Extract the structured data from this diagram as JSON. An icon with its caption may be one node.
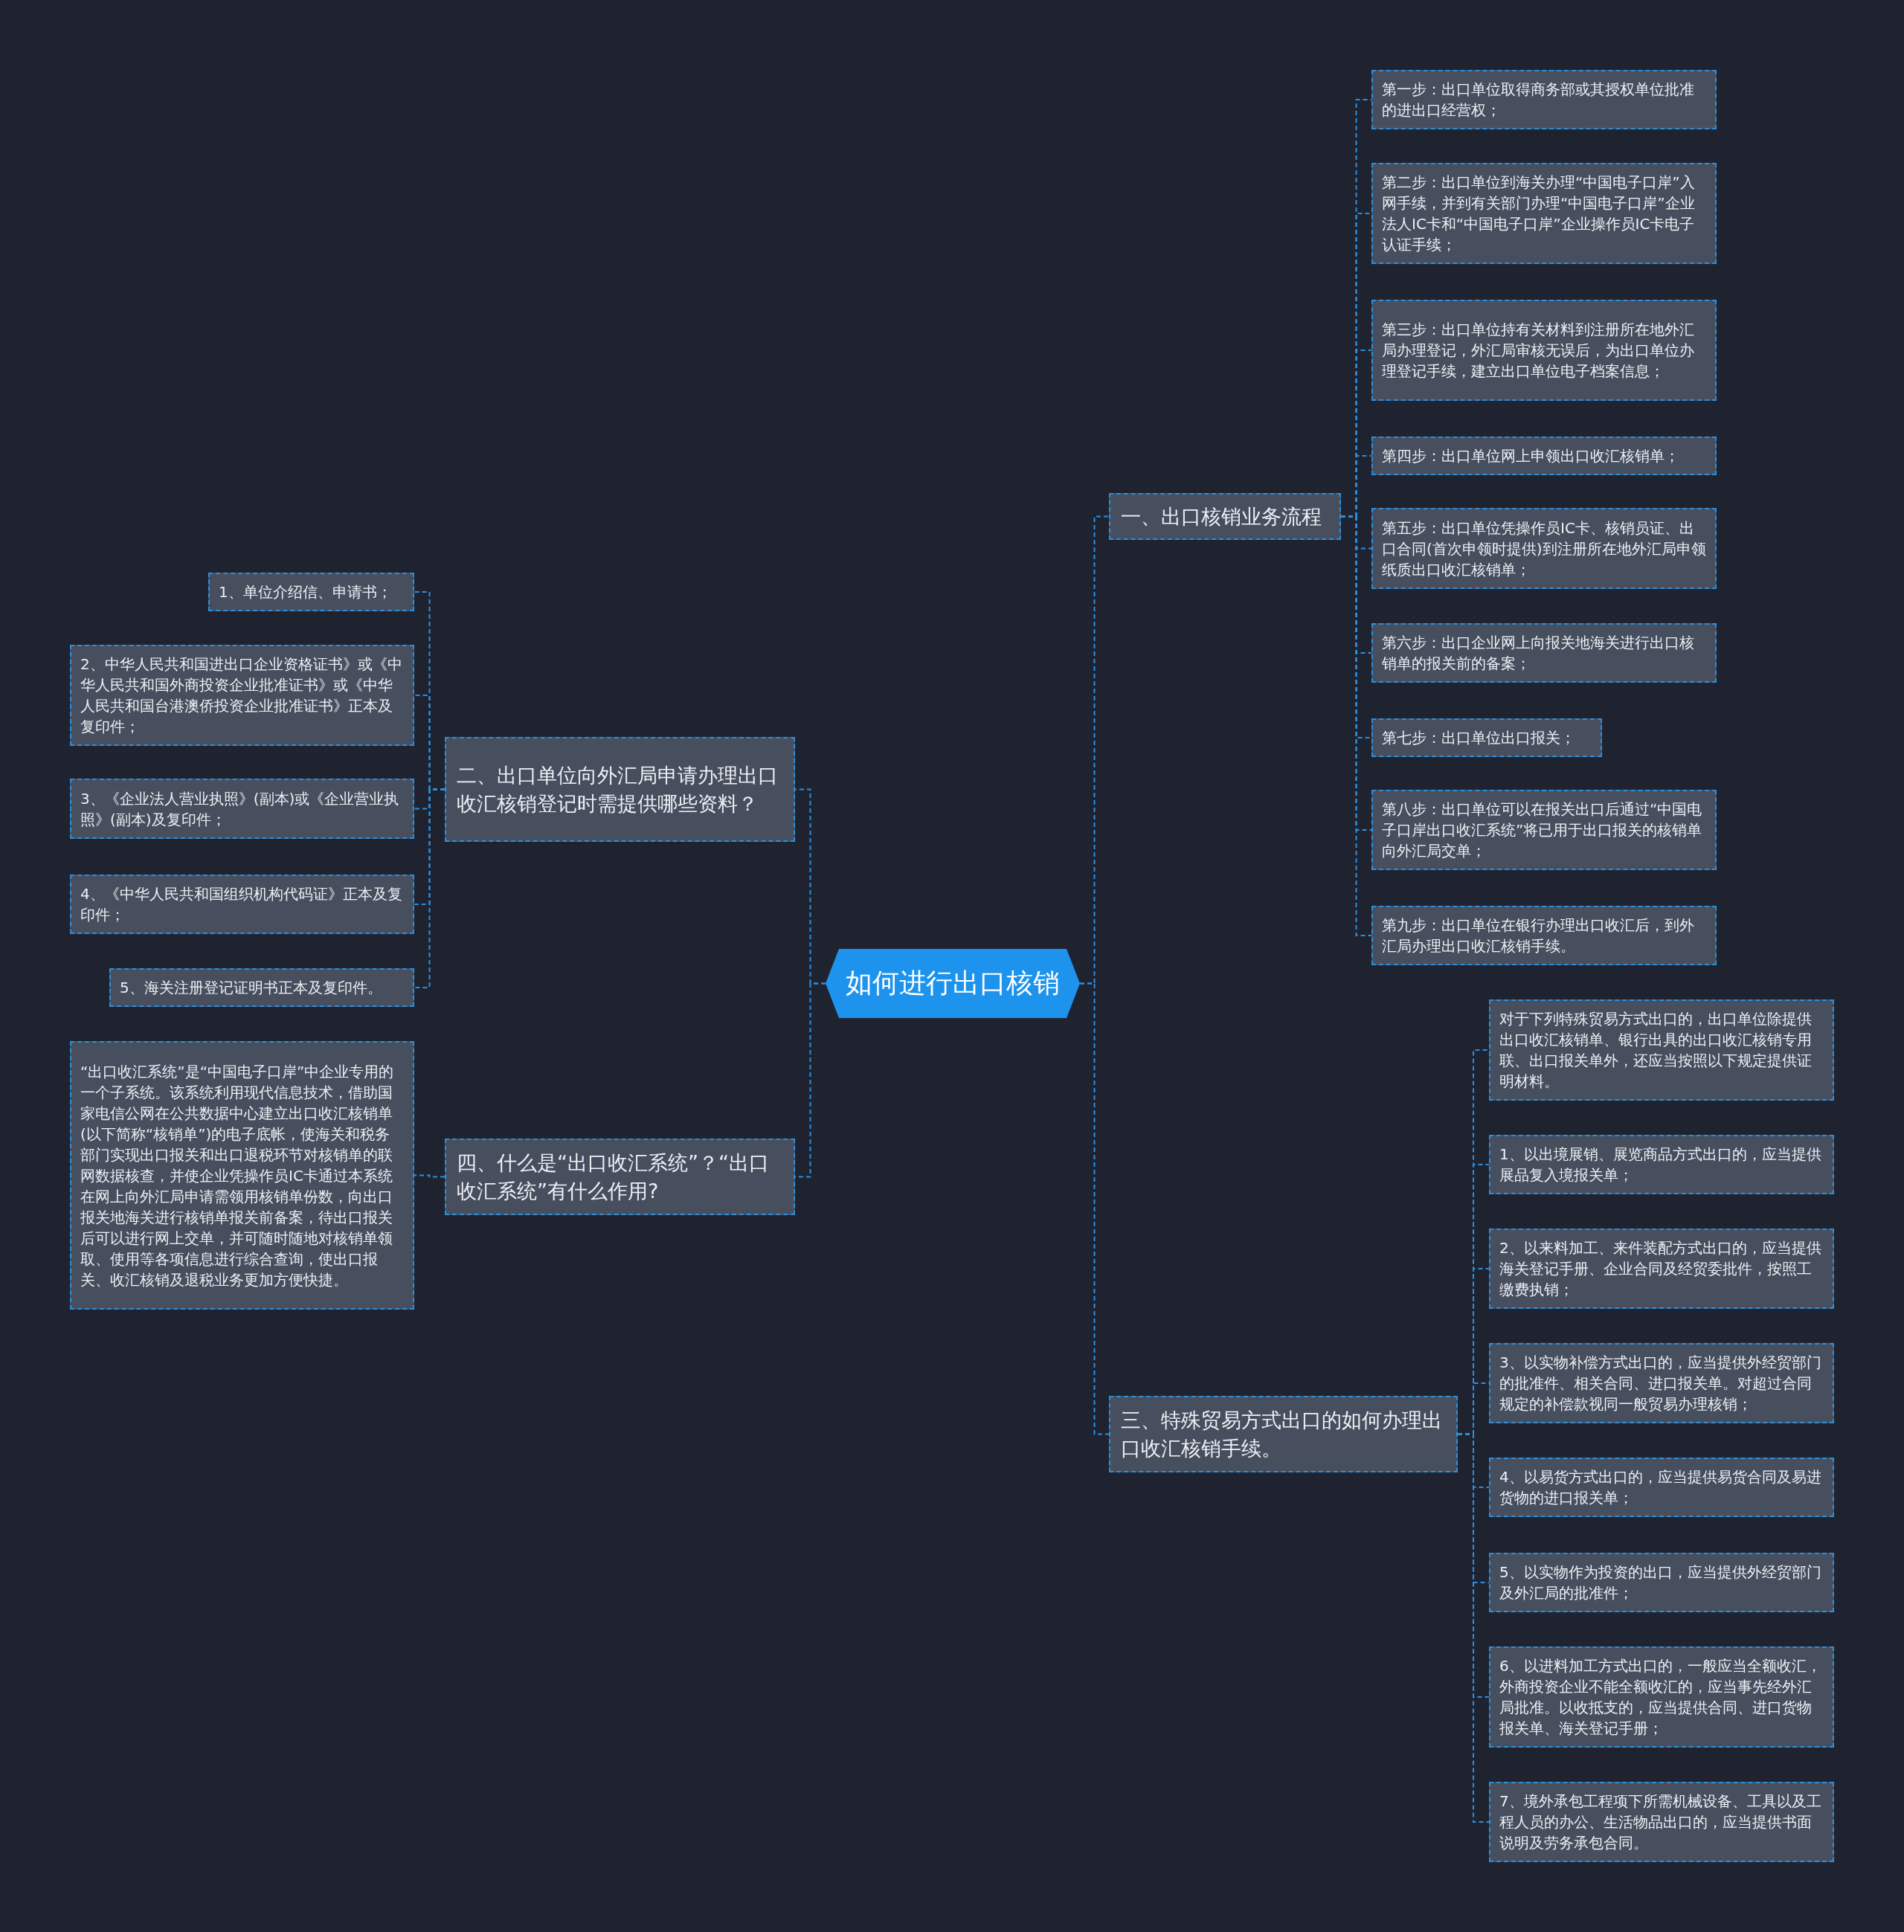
{
  "diagram": {
    "nodes": [
      {
        "text": [
          "如何进行出口核销"
        ]
      },
      {
        "text": [
          "一、出口核销业务流程"
        ]
      },
      {
        "text": [
          "第一步：出口单位取得商务部或其授权单位批准的进出口经营权；"
        ]
      },
      {
        "text": [
          "第二步：出口单位到海关办理“中国电子口岸”入网手续，并到有关部门办理“中国电子口岸”企业法人IC卡和“中国电子口岸”企业操作员IC卡电子认证手续；"
        ]
      },
      {
        "text": [
          "第三步：出口单位持有关材料到注册所在地外汇局办理登记，外汇局审核无误后，为出口单位办理登记手续，建立出口单位电子档案信息；"
        ]
      },
      {
        "text": [
          "第四步：出口单位网上申领出口收汇核销单；"
        ]
      },
      {
        "text": [
          "第五步：出口单位凭操作员IC卡、核销员证、出口合同(首次申领时提供)到注册所在地外汇局申领纸质出口收汇核销单；"
        ]
      },
      {
        "text": [
          "第六步：出口企业网上向报关地海关进行出口核销单的报关前的备案；"
        ]
      },
      {
        "text": [
          "第七步：出口单位出口报关；"
        ]
      },
      {
        "text": [
          "第八步：出口单位可以在报关出口后通过“中国电子口岸出口收汇系统”将已用于出口报关的核销单向外汇局交单；"
        ]
      },
      {
        "text": [
          "第九步：出口单位在银行办理出口收汇后，到外汇局办理出口收汇核销手续。"
        ]
      },
      {
        "text": [
          "二、出口单位向外汇局申请办理出口收汇核销登记时需提供哪些资料？"
        ]
      },
      {
        "text": [
          "1、单位介绍信、申请书；"
        ]
      },
      {
        "text": [
          "2、中华人民共和国进出口企业资格证书》或《中华人民共和国外商投资企业批准证书》或《中华人民共和国台港澳侨投资企业批准证书》正本及复印件；"
        ]
      },
      {
        "text": [
          "3、《企业法人营业执照》(副本)或《企业营业执照》(副本)及复印件；"
        ]
      },
      {
        "text": [
          "4、《中华人民共和国组织机构代码证》正本及复印件；"
        ]
      },
      {
        "text": [
          "5、海关注册登记证明书正本及复印件。"
        ]
      },
      {
        "text": [
          "三、特殊贸易方式出口的如何办理出口收汇核销手续。"
        ]
      },
      {
        "text": [
          "对于下列特殊贸易方式出口的，出口单位除提供出口收汇核销单、银行出具的出口收汇核销专用联、出口报关单外，还应当按照以下规定提供证明材料。"
        ]
      },
      {
        "text": [
          "1、以出境展销、展览商品方式出口的，应当提供展品复入境报关单；"
        ]
      },
      {
        "text": [
          "2、以来料加工、来件装配方式出口的，应当提供海关登记手册、企业合同及经贸委批件，按照工缴费执销；"
        ]
      },
      {
        "text": [
          "3、以实物补偿方式出口的，应当提供外经贸部门的批准件、相关合同、进口报关单。对超过合同规定的补偿款视同一般贸易办理核销；"
        ]
      },
      {
        "text": [
          "4、以易货方式出口的，应当提供易货合同及易进货物的进口报关单；"
        ]
      },
      {
        "text": [
          "5、以实物作为投资的出口，应当提供外经贸部门及外汇局的批准件；"
        ]
      },
      {
        "text": [
          "6、以进料加工方式出口的，一般应当全额收汇，外商投资企业不能全额收汇的，应当事先经外汇局批准。以收抵支的，应当提供合同、进口货物报关单、海关登记手册；"
        ]
      },
      {
        "text": [
          "7、境外承包工程项下所需机械设备、工具以及工程人员的办公、生活物品出口的，应当提供书面说明及劳务承包合同。"
        ]
      },
      {
        "text": [
          "四、什么是“出口收汇系统”？“出口收汇系统”有什么作用?"
        ]
      },
      {
        "text": [
          "“出口收汇系统”是“中国电子口岸”中企业专用的一个子系统。该系统利用现代信息技术，借助国家电信公网在公共数据中心建立出口收汇核销单(以下简称“核销单”)的电子底帐，使海关和税务部门实现出口报关和出口退税环节对核销单的联网数据核查，并使企业凭操作员IC卡通过本系统在网上向外汇局申请需领用核销单份数，向出口报关地海关进行核销单报关前备案，待出口报关后可以进行网上交单，并可随时随地对核销单领取、使用等各项信息进行综合查询，使出口报关、收汇核销及退税业务更加方便快捷。"
        ]
      }
    ],
    "edges": [
      {
        "from": 0,
        "to": 1,
        "arrow": "none",
        "style": "dashed"
      },
      {
        "from": 1,
        "to": 2,
        "arrow": "none",
        "style": "dashed"
      },
      {
        "from": 1,
        "to": 3,
        "arrow": "none",
        "style": "dashed"
      },
      {
        "from": 1,
        "to": 4,
        "arrow": "none",
        "style": "dashed"
      },
      {
        "from": 1,
        "to": 5,
        "arrow": "none",
        "style": "dashed"
      },
      {
        "from": 1,
        "to": 6,
        "arrow": "none",
        "style": "dashed"
      },
      {
        "from": 1,
        "to": 7,
        "arrow": "none",
        "style": "dashed"
      },
      {
        "from": 1,
        "to": 8,
        "arrow": "none",
        "style": "dashed"
      },
      {
        "from": 1,
        "to": 9,
        "arrow": "none",
        "style": "dashed"
      },
      {
        "from": 1,
        "to": 10,
        "arrow": "none",
        "style": "dashed"
      },
      {
        "from": 0,
        "to": 11,
        "arrow": "none",
        "style": "dashed"
      },
      {
        "from": 11,
        "to": 12,
        "arrow": "none",
        "style": "dashed"
      },
      {
        "from": 11,
        "to": 13,
        "arrow": "none",
        "style": "dashed"
      },
      {
        "from": 11,
        "to": 14,
        "arrow": "none",
        "style": "dashed"
      },
      {
        "from": 11,
        "to": 15,
        "arrow": "none",
        "style": "dashed"
      },
      {
        "from": 11,
        "to": 16,
        "arrow": "none",
        "style": "dashed"
      },
      {
        "from": 0,
        "to": 17,
        "arrow": "none",
        "style": "dashed"
      },
      {
        "from": 17,
        "to": 18,
        "arrow": "none",
        "style": "dashed"
      },
      {
        "from": 17,
        "to": 19,
        "arrow": "none",
        "style": "dashed"
      },
      {
        "from": 17,
        "to": 20,
        "arrow": "none",
        "style": "dashed"
      },
      {
        "from": 17,
        "to": 21,
        "arrow": "none",
        "style": "dashed"
      },
      {
        "from": 17,
        "to": 22,
        "arrow": "none",
        "style": "dashed"
      },
      {
        "from": 17,
        "to": 23,
        "arrow": "none",
        "style": "dashed"
      },
      {
        "from": 17,
        "to": 24,
        "arrow": "none",
        "style": "dashed"
      },
      {
        "from": 17,
        "to": 25,
        "arrow": "none",
        "style": "dashed"
      },
      {
        "from": 0,
        "to": 26,
        "arrow": "none",
        "style": "dashed"
      },
      {
        "from": 26,
        "to": 27,
        "arrow": "none",
        "style": "dashed"
      }
    ]
  }
}
